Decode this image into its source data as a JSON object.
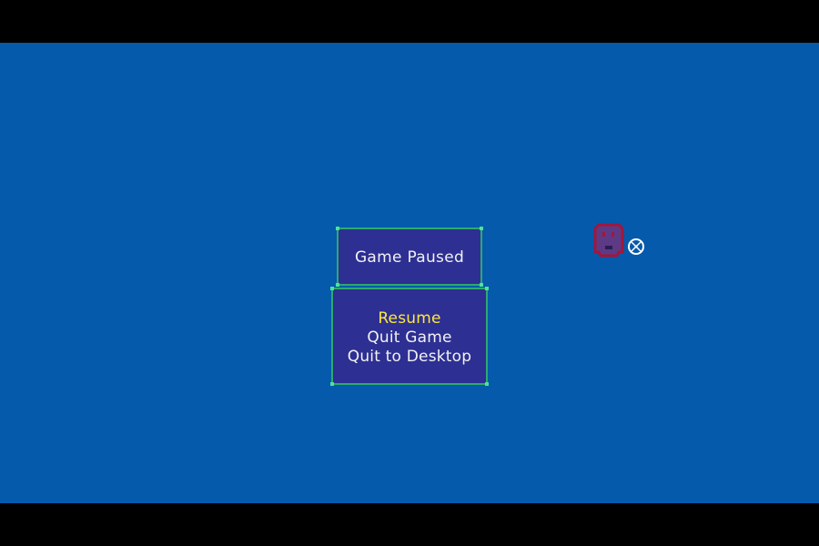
{
  "pause_menu": {
    "title": "Game Paused",
    "items": [
      {
        "label": "Resume",
        "selected": true
      },
      {
        "label": "Quit Game",
        "selected": false
      },
      {
        "label": "Quit to Desktop",
        "selected": false
      }
    ]
  },
  "sprites": {
    "player": "red-blob-character-icon",
    "cursor": "crosshair-cursor-icon"
  },
  "colors": {
    "playfield": "#055aab",
    "letterbox": "#000000",
    "panel_fill": "#2d2f93",
    "panel_border": "#2eaa6e",
    "panel_corner": "#4be39a",
    "text": "#f2f2f2",
    "selected_text": "#ffe83b",
    "player_outline": "#a3163a",
    "player_body": "#5d3a86",
    "cursor": "#ffffff"
  }
}
